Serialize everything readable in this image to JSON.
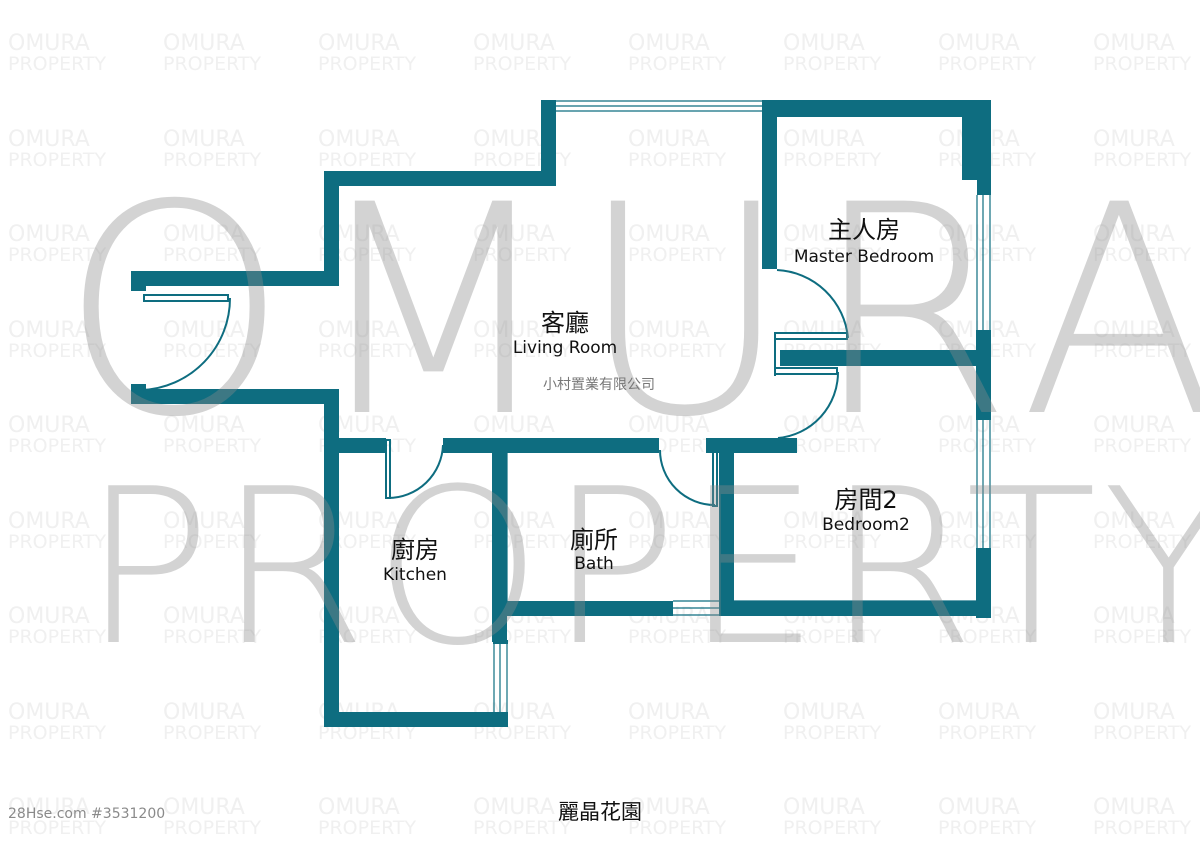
{
  "watermark": {
    "line1": "OMURA",
    "line2": "PROPERTY"
  },
  "agent_name": "小村置業有限公司",
  "estate_name": "麗晶花園",
  "listing_id": "28Hse.com #3531200",
  "colors": {
    "wall": "#0e6d80",
    "window": "#0e6d80",
    "watermark_big": "#8c8c8c",
    "watermark_small": "#f0f0f0"
  },
  "rooms": {
    "living": {
      "zh": "客廳",
      "en": "Living Room"
    },
    "master": {
      "zh": "主人房",
      "en": "Master Bedroom"
    },
    "bedroom2": {
      "zh": "房間2",
      "en": "Bedroom2"
    },
    "kitchen": {
      "zh": "廚房",
      "en": "Kitchen"
    },
    "bath": {
      "zh": "廁所",
      "en": "Bath"
    }
  }
}
